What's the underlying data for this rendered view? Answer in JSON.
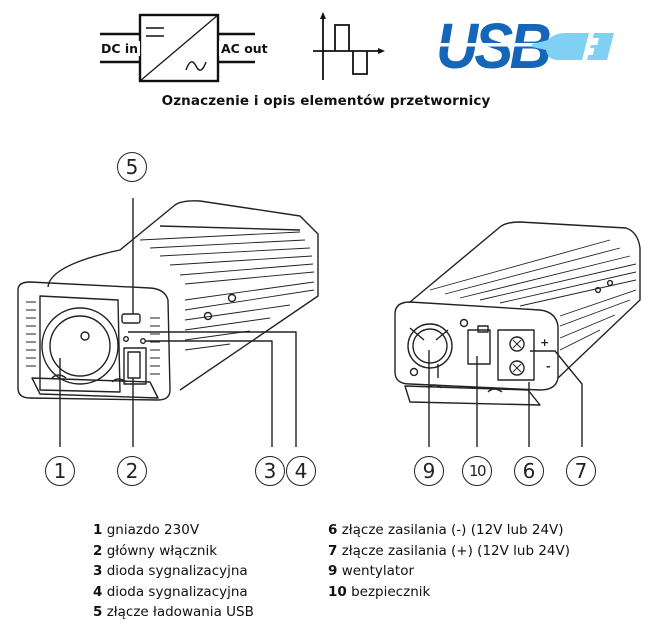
{
  "header_icons": {
    "converter": {
      "icon": "dc-ac-converter-icon",
      "input_label": "DC in",
      "output_label": "AC out"
    },
    "waveform": {
      "icon": "modified-square-wave-icon"
    },
    "usb": {
      "icon": "usb-logo",
      "text": "USB",
      "colors": {
        "primary": "#1565b8",
        "light": "#7fd0f2"
      }
    }
  },
  "title": "Oznaczenie i opis elementów przetwornicy",
  "diagrams": {
    "front": {
      "callouts": [
        {
          "num": "5",
          "target": "złącze ładowania USB"
        },
        {
          "num": "1",
          "target": "gniazdo 230V"
        },
        {
          "num": "2",
          "target": "główny włącznik"
        },
        {
          "num": "3",
          "target": "dioda sygnalizacyjna"
        },
        {
          "num": "4",
          "target": "dioda sygnalizacyjna"
        }
      ]
    },
    "back": {
      "callouts": [
        {
          "num": "9",
          "target": "wentylator"
        },
        {
          "num": "10",
          "target": "bezpiecznik"
        },
        {
          "num": "6",
          "target": "złącze zasilania (-)"
        },
        {
          "num": "7",
          "target": "złącze zasilania (+)"
        }
      ],
      "terminal_plus": "+",
      "terminal_minus": "-"
    }
  },
  "legend": {
    "left": [
      {
        "num": "1",
        "text": "gniazdo 230V"
      },
      {
        "num": "2",
        "text": "główny włącznik"
      },
      {
        "num": "3",
        "text": "dioda sygnalizacyjna"
      },
      {
        "num": "4",
        "text": "dioda sygnalizacyjna"
      },
      {
        "num": "5",
        "text": "złącze ładowania USB"
      }
    ],
    "right": [
      {
        "num": "6",
        "text": "złącze zasilania (-) (12V lub 24V)"
      },
      {
        "num": "7",
        "text": "złącze zasilania (+) (12V lub 24V)"
      },
      {
        "num": "9",
        "text": "wentylator"
      },
      {
        "num": "10",
        "text": "bezpiecznik"
      }
    ]
  }
}
